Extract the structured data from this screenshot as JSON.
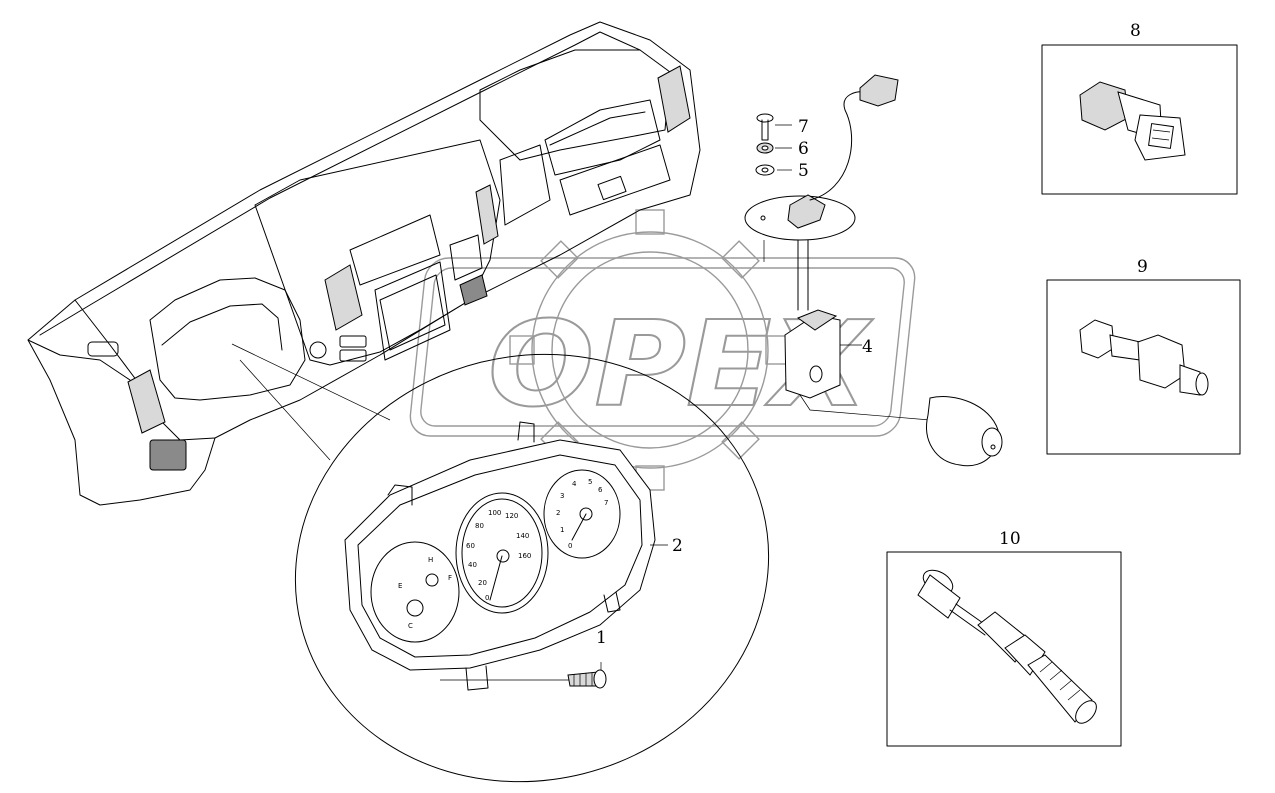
{
  "watermark": {
    "text": "OPEX"
  },
  "callouts": [
    {
      "id": "1",
      "label": "1"
    },
    {
      "id": "2",
      "label": "2"
    },
    {
      "id": "4",
      "label": "4"
    },
    {
      "id": "5",
      "label": "5"
    },
    {
      "id": "6",
      "label": "6"
    },
    {
      "id": "7",
      "label": "7"
    },
    {
      "id": "8",
      "label": "8"
    },
    {
      "id": "9",
      "label": "9"
    },
    {
      "id": "10",
      "label": "10"
    }
  ],
  "gauges": {
    "speedometer_ticks": [
      "0",
      "20",
      "40",
      "60",
      "80",
      "100",
      "120",
      "140",
      "160"
    ],
    "tachometer_ticks": [
      "0",
      "1",
      "2",
      "3",
      "4",
      "5",
      "6",
      "7"
    ],
    "fuel_ticks": [
      "E",
      "F"
    ],
    "temp_ticks": [
      "C",
      "H"
    ]
  }
}
